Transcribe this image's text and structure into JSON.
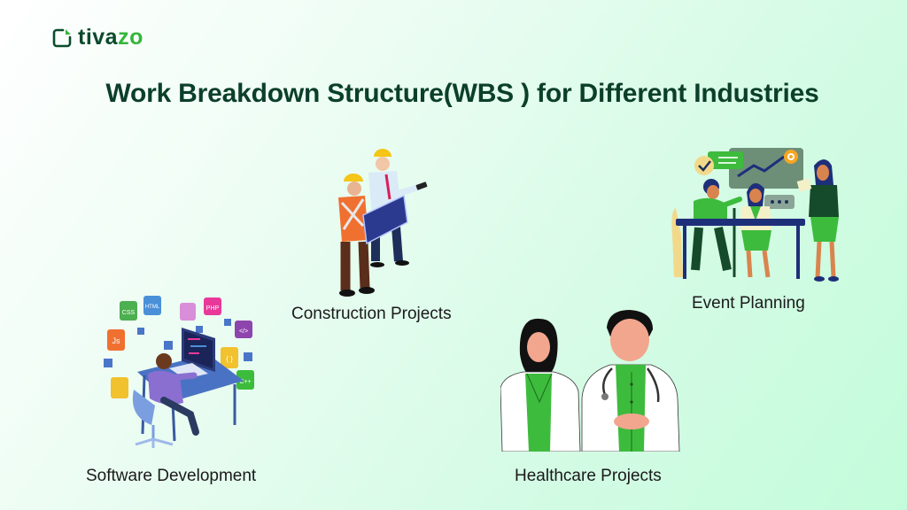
{
  "brand": {
    "logo_prefix": "tiva",
    "logo_suffix": "zo",
    "logo_icon": "tivazo-logo-icon",
    "colors": {
      "dark": "#0b4a2c",
      "accent": "#34b53a"
    }
  },
  "title": "Work Breakdown Structure(WBS ) for Different Industries",
  "industries": [
    {
      "label": "Software Development",
      "icon": "developer-at-desk-illustration"
    },
    {
      "label": "Construction Projects",
      "icon": "construction-workers-illustration"
    },
    {
      "label": "Healthcare Projects",
      "icon": "doctors-illustration"
    },
    {
      "label": "Event Planning",
      "icon": "team-meeting-illustration"
    }
  ],
  "code_badges": [
    "CSS",
    "HTML",
    "PHP",
    "JS",
    "</>",
    "{ }",
    "C++"
  ],
  "colors": {
    "title": "#0b3f29",
    "bg_start": "#ffffff",
    "bg_end": "#c3fcdb",
    "green": "#3dbb3d"
  }
}
